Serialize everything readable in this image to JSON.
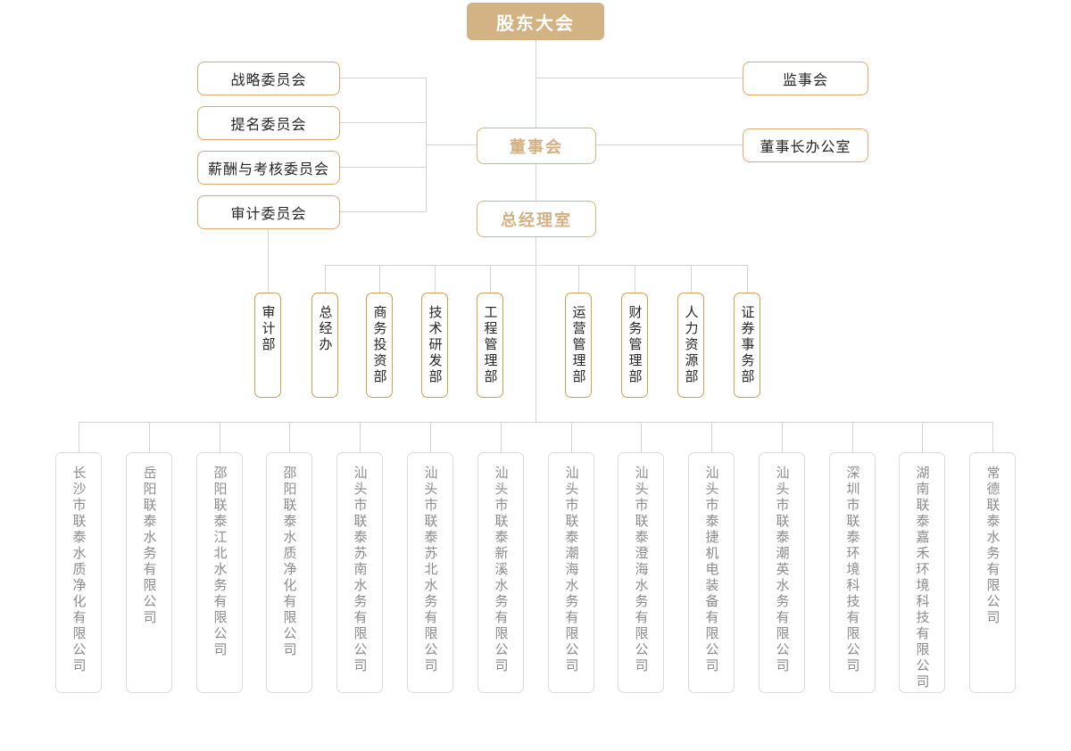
{
  "palette": {
    "top_fill": "#d3b284",
    "gold_border": "#cfa057",
    "gold_text": "#d2b183",
    "dark_text": "#262626",
    "gray_text": "#8c8c8c",
    "gray_border": "#dcdcdc",
    "line": "#d4d4d4"
  },
  "nodes": {
    "shareholders": "股东大会",
    "committees": [
      "战略委员会",
      "提名委员会",
      "薪酬与考核委员会",
      "审计委员会"
    ],
    "supervisory_board": "监事会",
    "chairman_office": "董事长办公室",
    "board": "董事会",
    "gm_office": "总经理室",
    "departments": [
      "审计部",
      "总经办",
      "商务投资部",
      "技术研发部",
      "工程管理部",
      "运营管理部",
      "财务管理部",
      "人力资源部",
      "证券事务部"
    ],
    "subsidiaries": [
      "长沙市联泰水质净化有限公司",
      "岳阳联泰水务有限公司",
      "邵阳联泰江北水务有限公司",
      "邵阳联泰水质净化有限公司",
      "汕头市联泰苏南水务有限公司",
      "汕头市联泰苏北水务有限公司",
      "汕头市联泰新溪水务有限公司",
      "汕头市联泰潮海水务有限公司",
      "汕头市联泰澄海水务有限公司",
      "汕头市泰捷机电装备有限公司",
      "汕头市联泰潮英水务有限公司",
      "深圳市联泰环境科技有限公司",
      "湖南联泰嘉禾环境科技有限公司",
      "常德联泰水务有限公司"
    ]
  }
}
